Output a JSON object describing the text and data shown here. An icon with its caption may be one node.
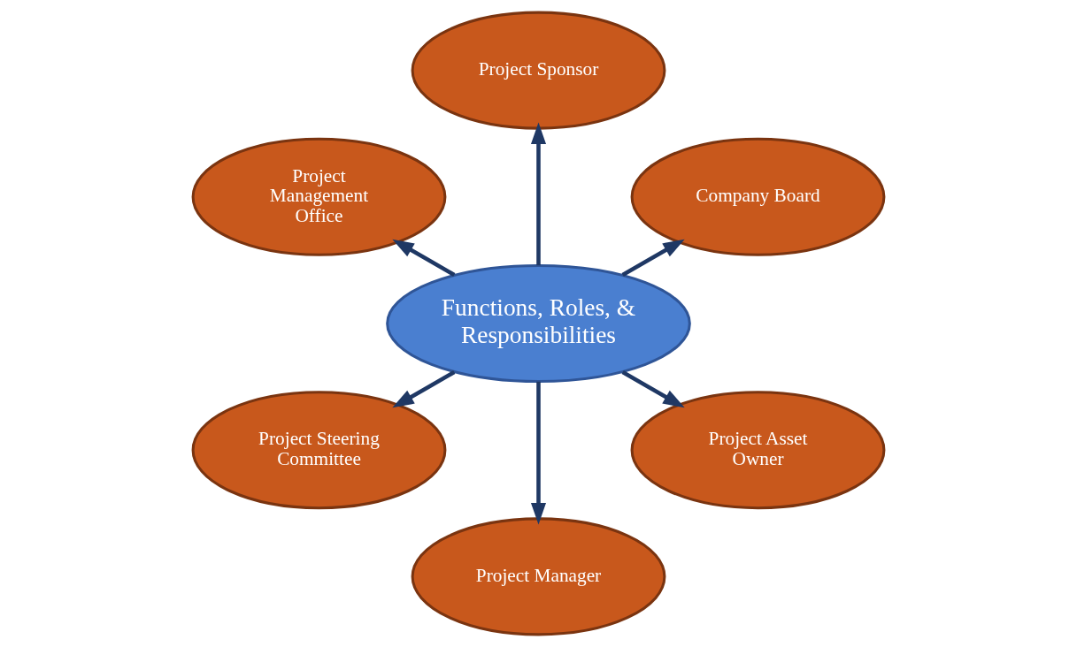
{
  "diagram": {
    "nodes": [
      {
        "text": [
          "Company Board"
        ]
      },
      {
        "text": [
          "Project Sponsor"
        ]
      },
      {
        "text": [
          "Project Management Office"
        ]
      },
      {
        "text": [
          "Functions, Roles, & Responsibilities"
        ]
      },
      {
        "text": [
          "Project Steering Committee"
        ]
      },
      {
        "text": [
          "Project Manager"
        ]
      },
      {
        "text": [
          "Project Asset Owner"
        ]
      }
    ],
    "edges": [
      {
        "from": 3,
        "to": 0,
        "arrow": "to"
      },
      {
        "from": 3,
        "to": 1,
        "arrow": "to"
      },
      {
        "from": 3,
        "to": 2,
        "arrow": "to"
      },
      {
        "from": 3,
        "to": 4,
        "arrow": "to"
      },
      {
        "from": 3,
        "to": 5,
        "arrow": "to"
      },
      {
        "from": 3,
        "to": 6,
        "arrow": "to"
      }
    ]
  }
}
